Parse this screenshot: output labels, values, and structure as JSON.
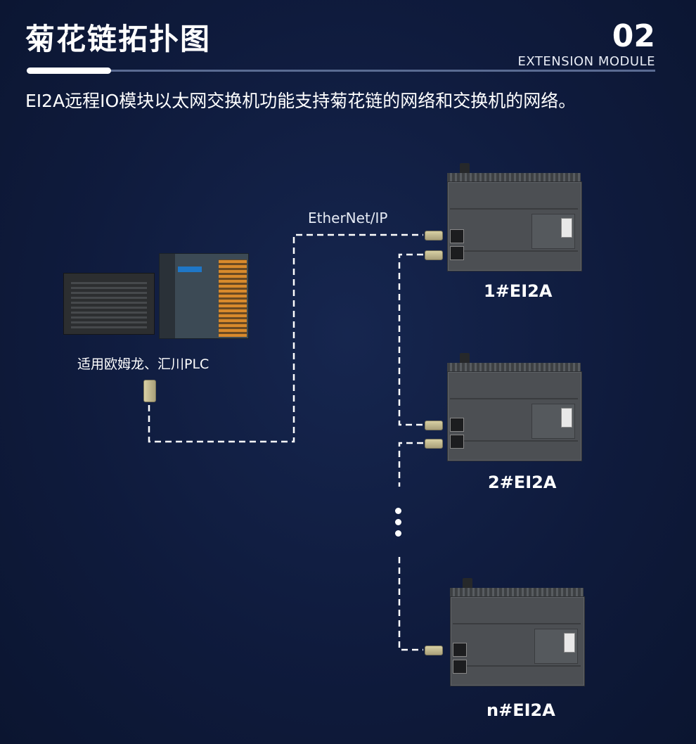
{
  "header": {
    "title": "菊花链拓扑图",
    "number": "02",
    "subtitle": "EXTENSION MODULE"
  },
  "intro": "EI2A远程IO模块以太网交换机功能支持菊花链的网络和交换机的网络。",
  "diagram": {
    "protocol_label": "EtherNet/IP",
    "plc_label": "适用欧姆龙、汇川PLC",
    "devices": [
      {
        "label": "1#EI2A"
      },
      {
        "label": "2#EI2A"
      },
      {
        "label": "n#EI2A"
      }
    ]
  },
  "colors": {
    "background": "#0f1b3d",
    "text": "#ffffff",
    "rule": "#5a6b92",
    "module_body": "#4c4f53"
  }
}
